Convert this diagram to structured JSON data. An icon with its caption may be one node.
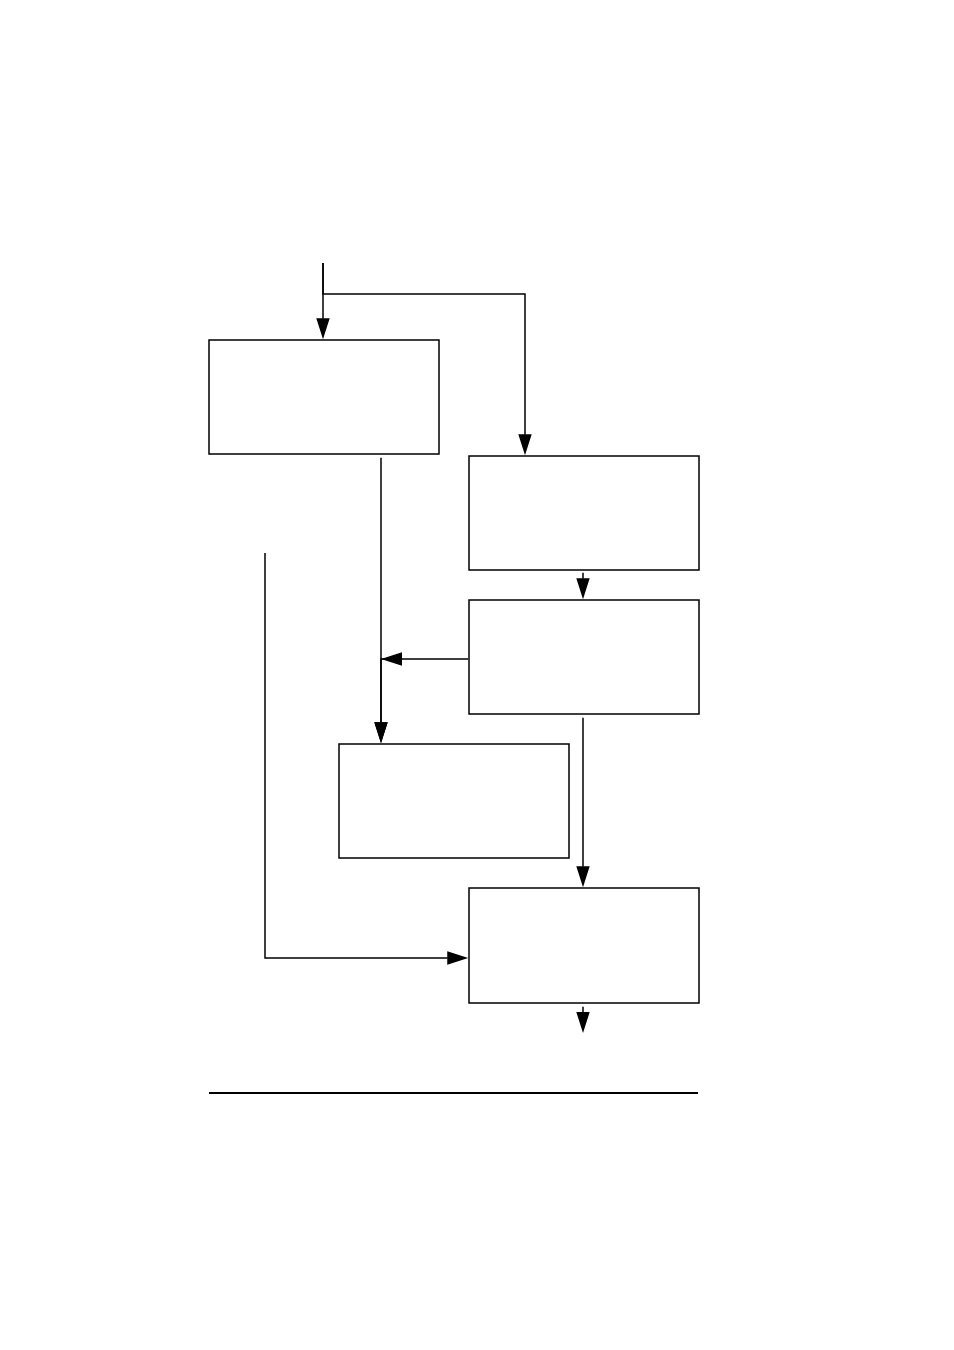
{
  "diagram": {
    "nodes": [
      {
        "text": [],
        "shape": "box"
      },
      {
        "text": [],
        "shape": "box"
      },
      {
        "text": [],
        "shape": "box"
      },
      {
        "text": [],
        "shape": "box"
      },
      {
        "text": [],
        "shape": "box"
      }
    ],
    "edges": [
      {
        "from": null,
        "to": 0,
        "arrow": "to"
      },
      {
        "from": null,
        "to": 1,
        "arrow": "to"
      },
      {
        "from": 0,
        "to": 3,
        "arrow": "to"
      },
      {
        "from": 1,
        "to": 2,
        "arrow": "to"
      },
      {
        "from": 2,
        "to": 3,
        "arrow": "to"
      },
      {
        "from": null,
        "to": 4,
        "arrow": "to"
      },
      {
        "from": 2,
        "to": 4,
        "arrow": "to"
      },
      {
        "from": 4,
        "to": null,
        "arrow": "to"
      }
    ]
  }
}
